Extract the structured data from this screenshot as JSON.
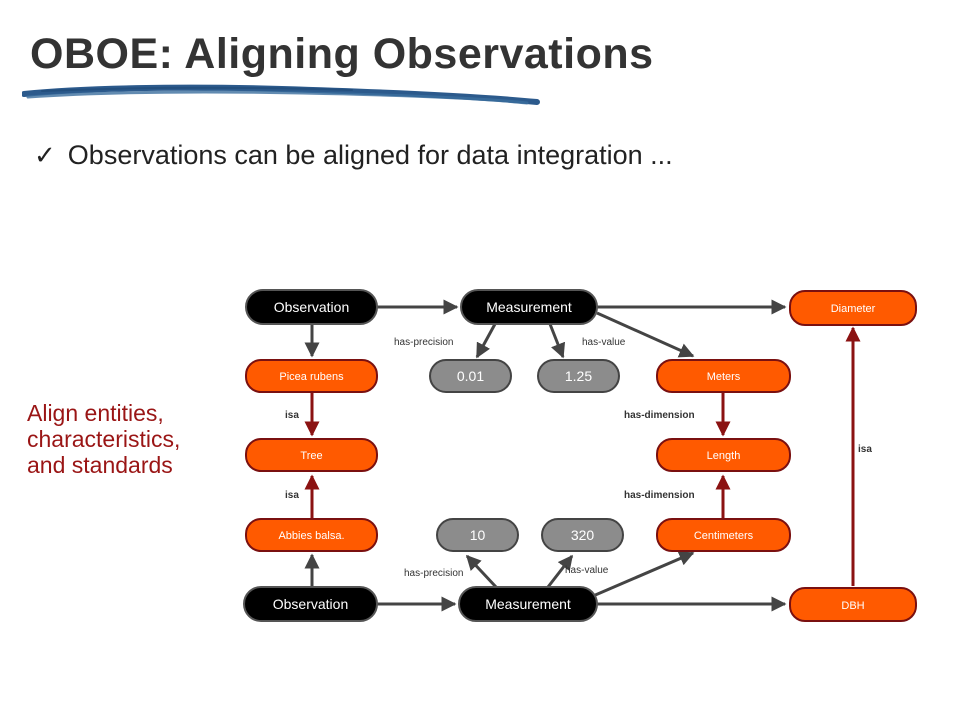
{
  "slide": {
    "title": "OBOE:  Aligning Observations",
    "bullet_icon": "check-icon",
    "bullet": "Observations can be aligned for data integration ...",
    "side_note": [
      "Align entities,",
      "characteristics,",
      "and standards"
    ]
  },
  "colors": {
    "orange_fill": "#ff5a00",
    "orange_stroke": "#7a1010",
    "black_fill": "#000000",
    "gray_fill": "#8c8c8c",
    "edge": "#444444",
    "dark_red_edge": "#8b1212",
    "side_note": "#9a1515"
  },
  "diagram": {
    "nodes": {
      "obs_top": "Observation",
      "meas_top": "Measurement",
      "diameter": "Diameter",
      "picea": "Picea rubens",
      "val_001": "0.01",
      "val_125": "1.25",
      "meters": "Meters",
      "tree": "Tree",
      "length": "Length",
      "abbies": "Abbies balsa.",
      "val_10": "10",
      "val_320": "320",
      "centimeters": "Centimeters",
      "obs_bot": "Observation",
      "meas_bot": "Measurement",
      "dbh": "DBH"
    },
    "edge_labels": {
      "has_precision_top": "has-precision",
      "has_value_top": "has-value",
      "isa_picea_tree": "isa",
      "isa_abbies_tree": "isa",
      "has_dimension_meters": "has-dimension",
      "has_dimension_cm": "has-dimension",
      "isa_dbh_diameter": "isa",
      "has_precision_bot": "has-precision",
      "has_value_bot": "has-value"
    }
  }
}
